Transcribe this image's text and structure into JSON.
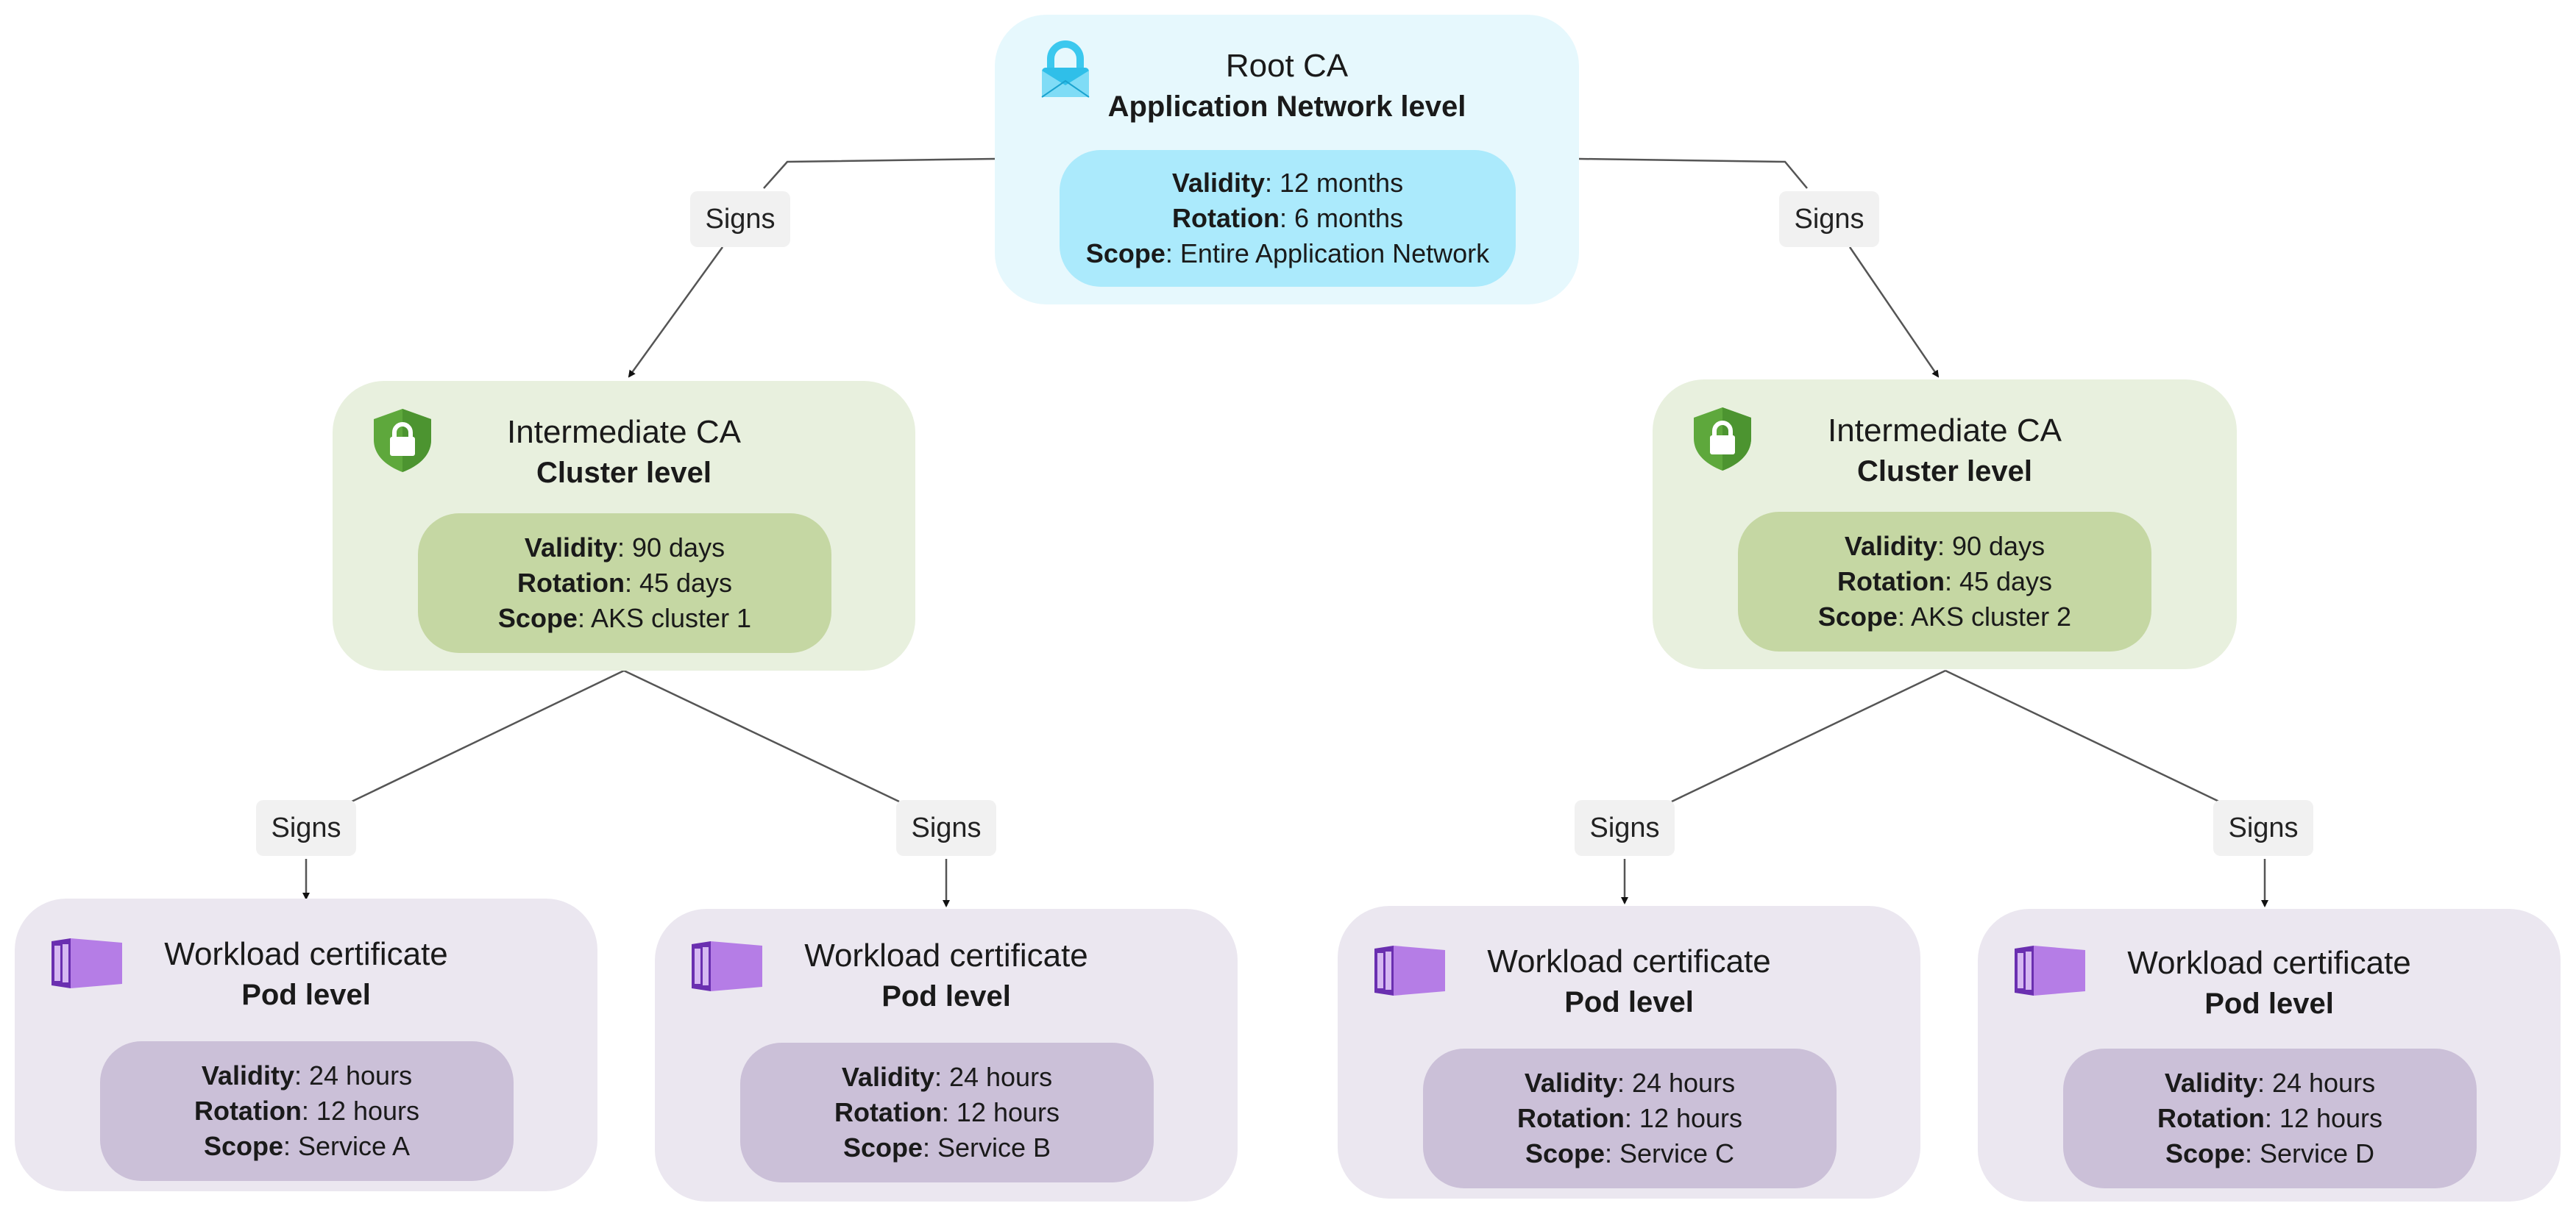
{
  "edge_label": "Signs",
  "root": {
    "title": "Root CA",
    "level": "Application Network level",
    "icon": "lock-envelope-icon",
    "validity": ": 12 months",
    "rotation": ": 6 months",
    "scope": ": Entire Application Network"
  },
  "field_labels": {
    "validity": "Validity",
    "rotation": "Rotation",
    "scope": "Scope"
  },
  "intermediates": [
    {
      "title": "Intermediate CA",
      "level": "Cluster level",
      "icon": "shield-lock-icon",
      "validity": ": 90 days",
      "rotation": ": 45 days",
      "scope": ": AKS cluster 1"
    },
    {
      "title": "Intermediate CA",
      "level": "Cluster level",
      "icon": "shield-lock-icon",
      "validity": ": 90 days",
      "rotation": ": 45 days",
      "scope": ": AKS cluster 2"
    }
  ],
  "workloads": [
    {
      "title": "Workload certificate",
      "level": "Pod level",
      "icon": "container-icon",
      "validity": ": 24 hours",
      "rotation": ": 12 hours",
      "scope": ": Service A"
    },
    {
      "title": "Workload certificate",
      "level": "Pod level",
      "icon": "container-icon",
      "validity": ": 24 hours",
      "rotation": ": 12 hours",
      "scope": ": Service B"
    },
    {
      "title": "Workload certificate",
      "level": "Pod level",
      "icon": "container-icon",
      "validity": ": 24 hours",
      "rotation": ": 12 hours",
      "scope": ": Service C"
    },
    {
      "title": "Workload certificate",
      "level": "Pod level",
      "icon": "container-icon",
      "validity": ": 24 hours",
      "rotation": ": 12 hours",
      "scope": ": Service D"
    }
  ],
  "colors": {
    "root_fill": "#e6f8fd",
    "root_detail": "#abeafc",
    "inter_fill": "#e8f0de",
    "inter_detail": "#c5d7a3",
    "work_fill": "#ebe7f0",
    "work_detail": "#cbc0d8",
    "wire": "#555555"
  }
}
